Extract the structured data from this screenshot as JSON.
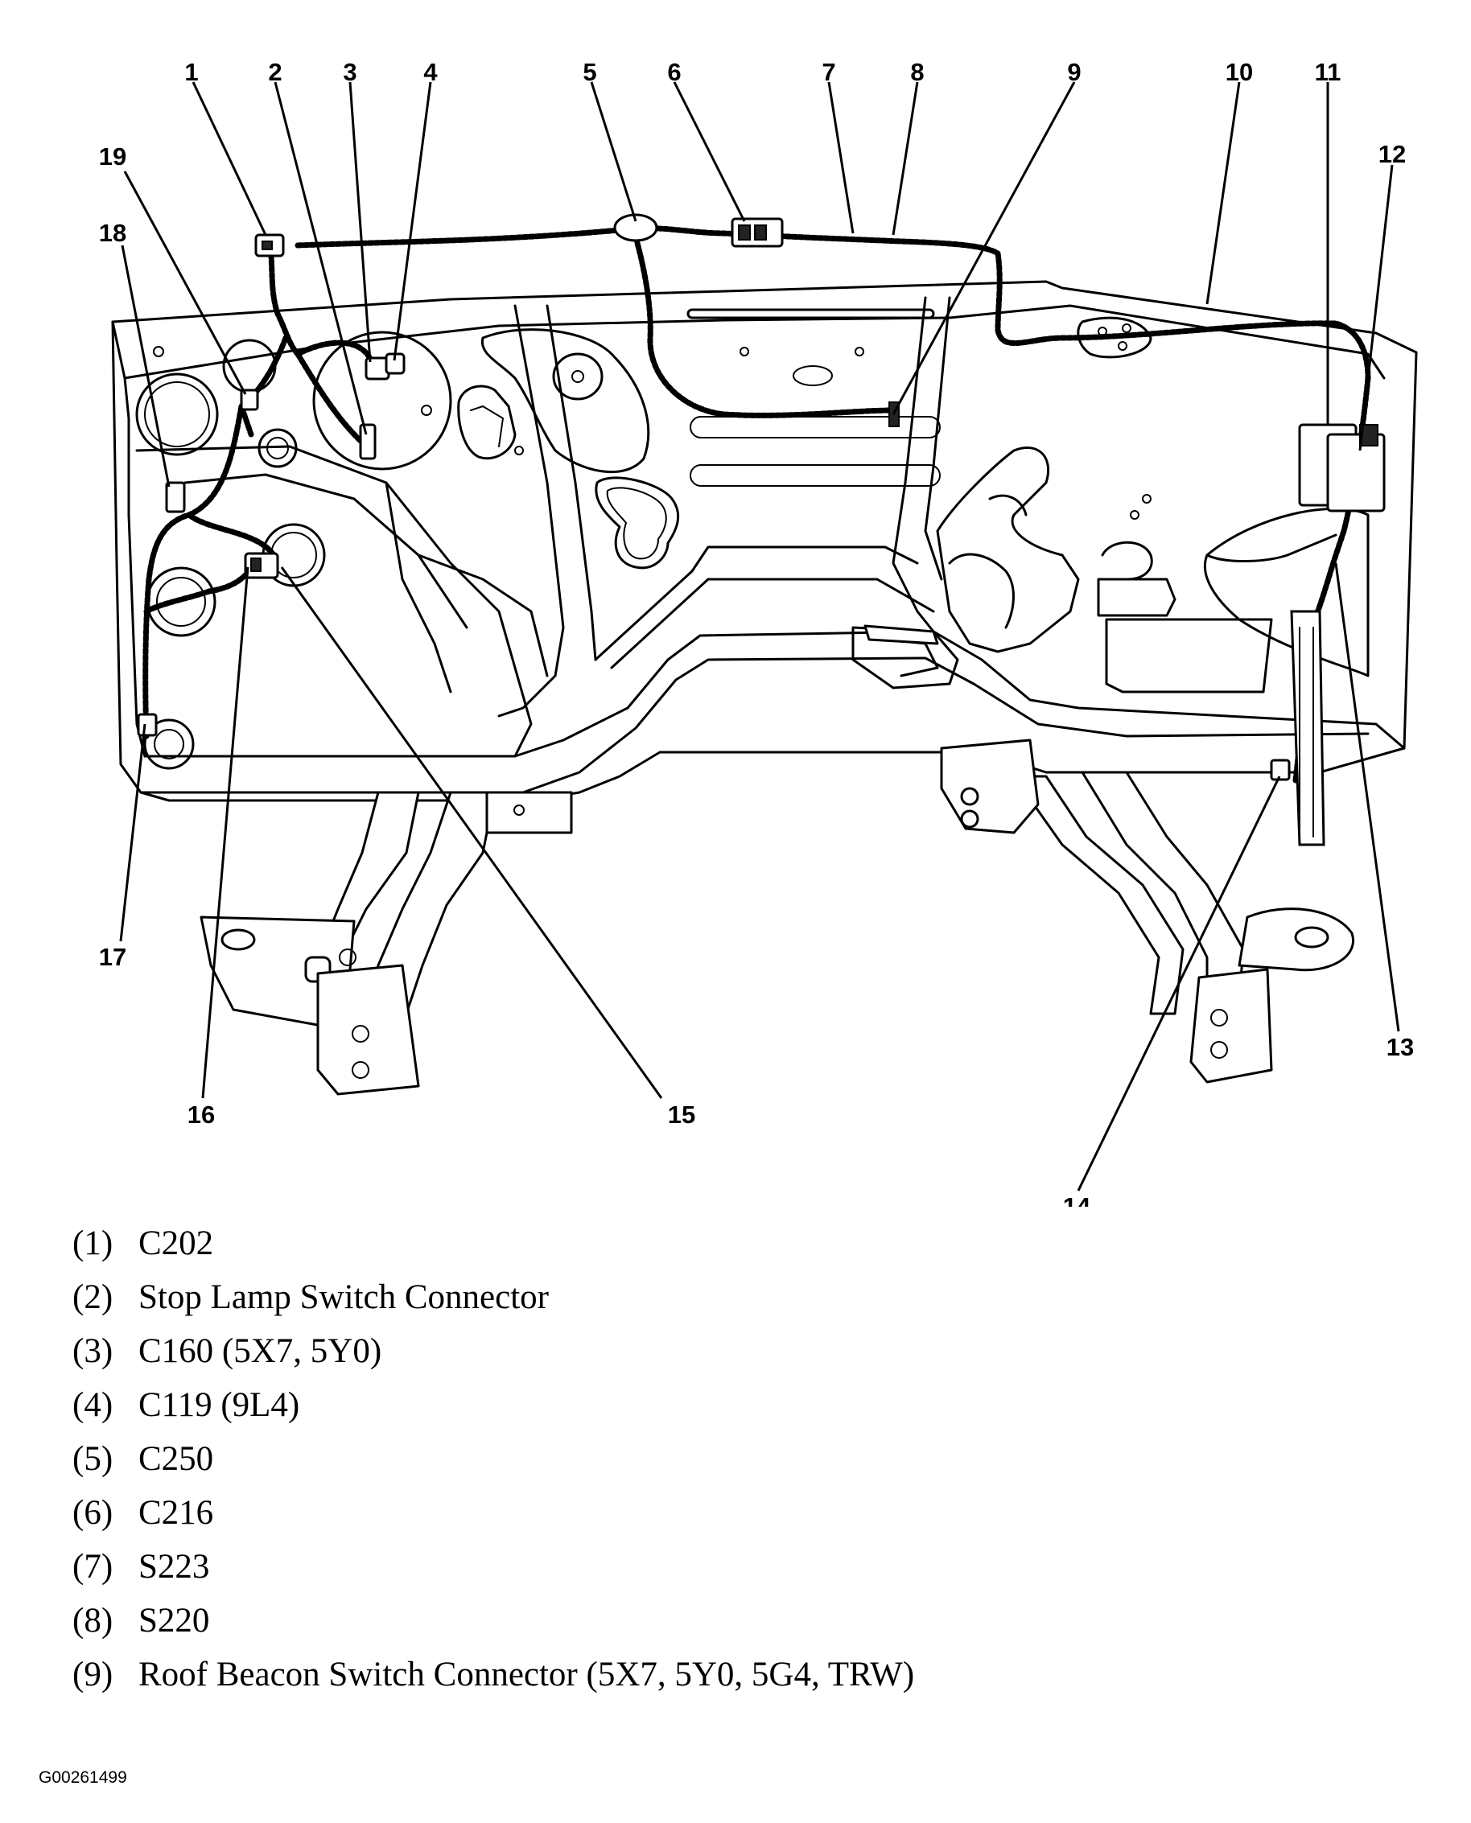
{
  "diagram": {
    "callouts": [
      "1",
      "2",
      "3",
      "4",
      "5",
      "6",
      "7",
      "8",
      "9",
      "10",
      "11",
      "12",
      "13",
      "14",
      "15",
      "16",
      "17",
      "18",
      "19"
    ]
  },
  "legend": [
    {
      "num": "(1)",
      "text": "C202"
    },
    {
      "num": "(2)",
      "text": "Stop Lamp Switch Connector"
    },
    {
      "num": "(3)",
      "text": "C160 (5X7, 5Y0)"
    },
    {
      "num": "(4)",
      "text": "C119 (9L4)"
    },
    {
      "num": "(5)",
      "text": "C250"
    },
    {
      "num": "(6)",
      "text": "C216"
    },
    {
      "num": "(7)",
      "text": "S223"
    },
    {
      "num": "(8)",
      "text": "S220"
    },
    {
      "num": "(9)",
      "text": "Roof Beacon Switch Connector (5X7, 5Y0, 5G4, TRW)"
    }
  ],
  "figure_id": "G00261499"
}
